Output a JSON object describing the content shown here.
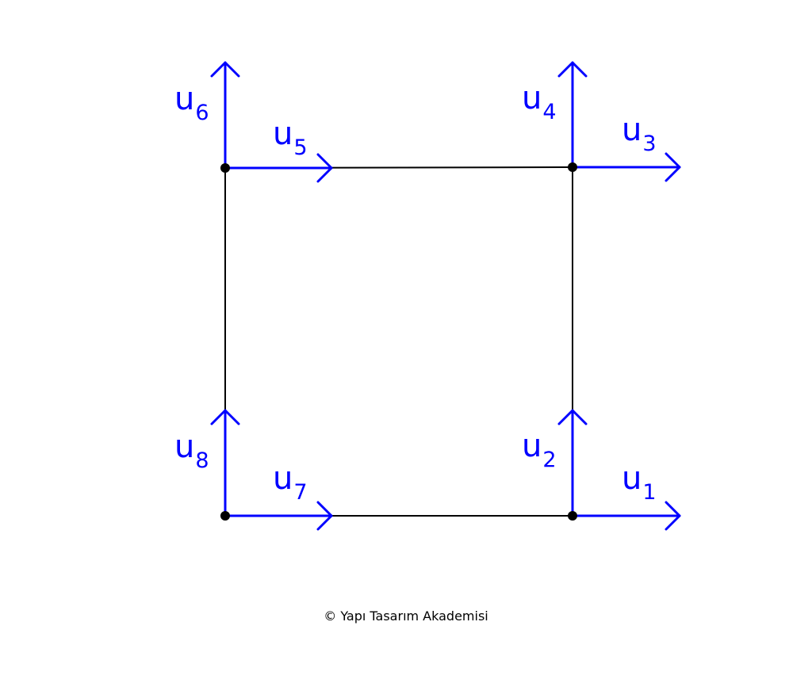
{
  "diagram": {
    "element_edges": [
      {
        "name": "top-edge",
        "from": "n2",
        "to": "n3"
      },
      {
        "name": "right-edge",
        "from": "n3",
        "to": "n1"
      },
      {
        "name": "bottom-edge",
        "from": "n4",
        "to": "n1"
      },
      {
        "name": "left-edge",
        "from": "n2",
        "to": "n4"
      }
    ],
    "nodes": [
      "n1",
      "n2",
      "n3",
      "n4"
    ],
    "dofs": [
      {
        "id": "u1",
        "base": "u",
        "sub": "1",
        "node": "n1",
        "direction": "right"
      },
      {
        "id": "u2",
        "base": "u",
        "sub": "2",
        "node": "n1",
        "direction": "up"
      },
      {
        "id": "u3",
        "base": "u",
        "sub": "3",
        "node": "n3",
        "direction": "right"
      },
      {
        "id": "u4",
        "base": "u",
        "sub": "4",
        "node": "n3",
        "direction": "up"
      },
      {
        "id": "u5",
        "base": "u",
        "sub": "5",
        "node": "n2",
        "direction": "right"
      },
      {
        "id": "u6",
        "base": "u",
        "sub": "6",
        "node": "n2",
        "direction": "up"
      },
      {
        "id": "u7",
        "base": "u",
        "sub": "7",
        "node": "n4",
        "direction": "right"
      },
      {
        "id": "u8",
        "base": "u",
        "sub": "8",
        "node": "n4",
        "direction": "up"
      }
    ],
    "colors": {
      "arrow": "#0000ff",
      "label": "#0000ff",
      "edge": "#000000",
      "node": "#000000"
    }
  },
  "footer": {
    "copyright": "© Yapı Tasarım Akademisi"
  }
}
